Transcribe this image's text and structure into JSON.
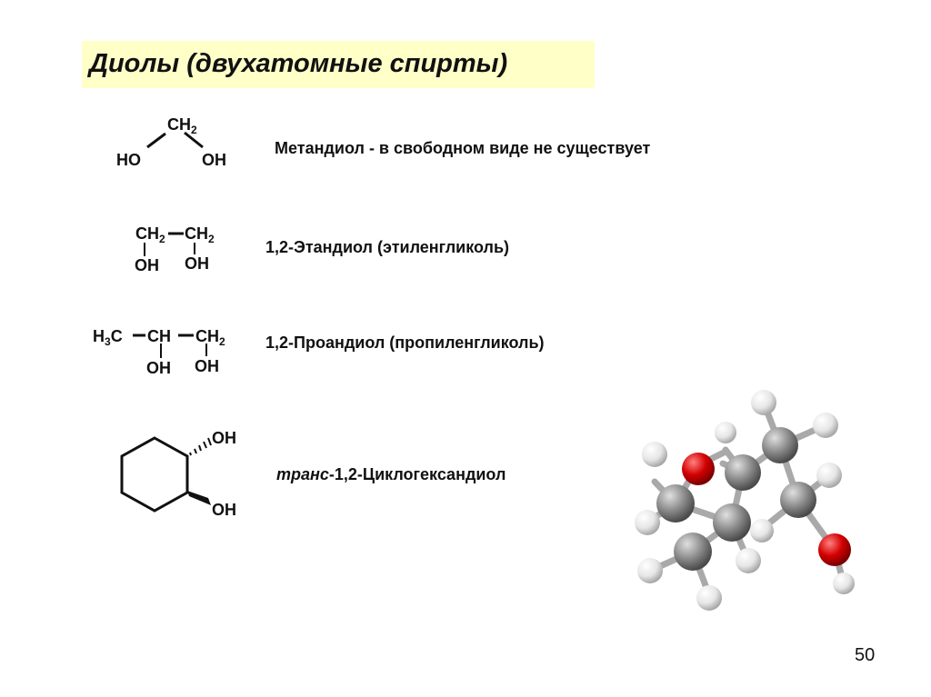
{
  "slide": {
    "title": "Диолы (двухатомные спирты)",
    "page_number": "50"
  },
  "compounds": [
    {
      "description": "Метандиол - в свободном виде не существует"
    },
    {
      "description": "1,2-Этандиол (этиленгликоль)"
    },
    {
      "description": "1,2-Проандиол (пропиленгликоль)"
    },
    {
      "description_prefix": "транс",
      "description_rest": "-1,2-Циклогександиол"
    }
  ],
  "formulas": {
    "ch2": "CH",
    "ch": "CH",
    "h3c_h": "H",
    "h3c_c": "C",
    "oh": "OH",
    "ho": "HO",
    "sub2": "2",
    "sub3": "3"
  },
  "colors": {
    "title_background": "#ffffc8",
    "carbon": "#8c8c8c",
    "oxygen": "#d40000",
    "hydrogen": "#e6e6e6"
  }
}
